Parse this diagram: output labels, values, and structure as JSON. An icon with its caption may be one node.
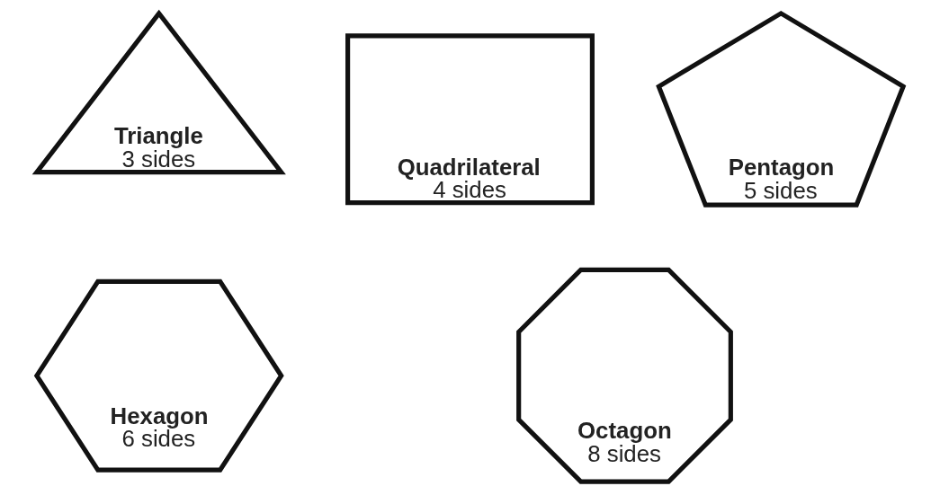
{
  "diagram": {
    "nodes": [
      {
        "text": [
          "Triangle",
          "3 sides"
        ]
      },
      {
        "text": [
          "Quadrilateral",
          "4 sides"
        ]
      },
      {
        "text": [
          "Pentagon",
          "5 sides"
        ]
      },
      {
        "text": [
          "Hexagon",
          "6 sides"
        ]
      },
      {
        "text": [
          "Octagon",
          "8 sides"
        ]
      }
    ],
    "edges": []
  }
}
